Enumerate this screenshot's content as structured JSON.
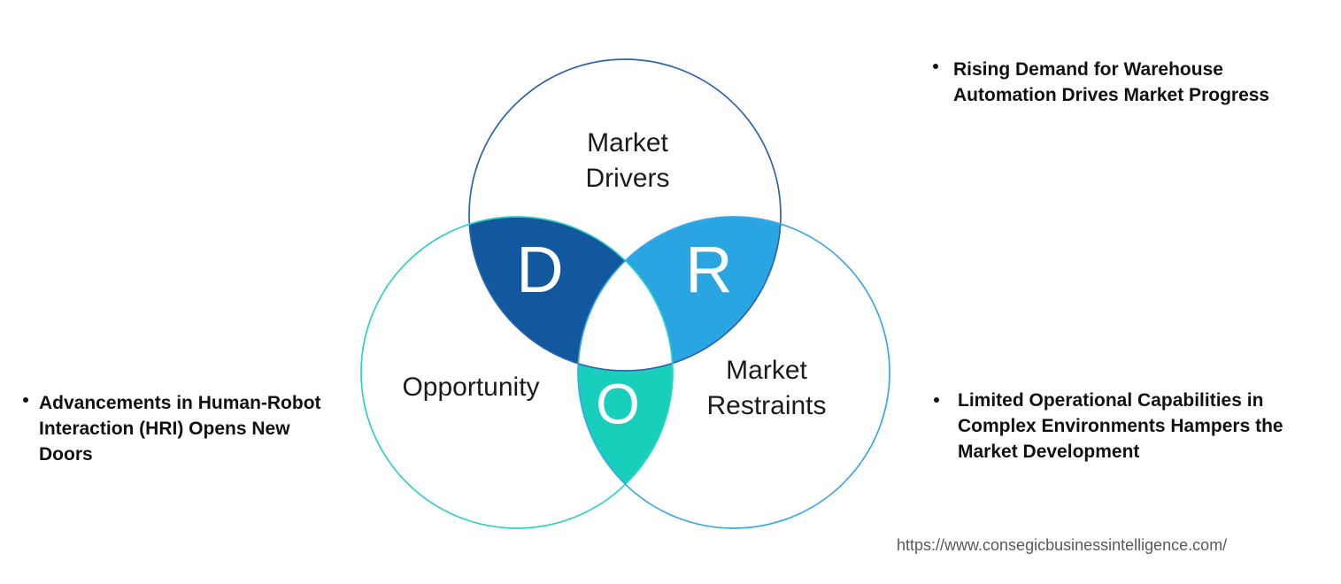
{
  "diagram": {
    "circles": {
      "drivers": {
        "label_line1": "Market",
        "label_line2": "Drivers",
        "stroke": "#2e62ab"
      },
      "opportunity": {
        "label": "Opportunity",
        "stroke": "#2fd0c4"
      },
      "restraints": {
        "label_line1": "Market",
        "label_line2": "Restraints",
        "stroke": "#3ba7e8"
      }
    },
    "intersections": {
      "d": {
        "letter": "D",
        "fill": "#12589f"
      },
      "r": {
        "letter": "R",
        "fill": "#29a5e2"
      },
      "o": {
        "letter": "O",
        "fill": "#17cfba"
      }
    }
  },
  "bullets": {
    "top_right": {
      "lines": {
        "0": "Rising Demand for Warehouse",
        "1": "Automation Drives Market Progress"
      }
    },
    "left": {
      "lines": {
        "0": "Advancements in Human-Robot",
        "1": "Interaction (HRI) Opens New",
        "2": "Doors"
      }
    },
    "right": {
      "lines": {
        "0": "Limited Operational Capabilities in",
        "1": "Complex Environments Hampers the",
        "2": "Market Development"
      }
    }
  },
  "footer": {
    "url": "https://www.consegicbusinessintelligence.com/"
  }
}
